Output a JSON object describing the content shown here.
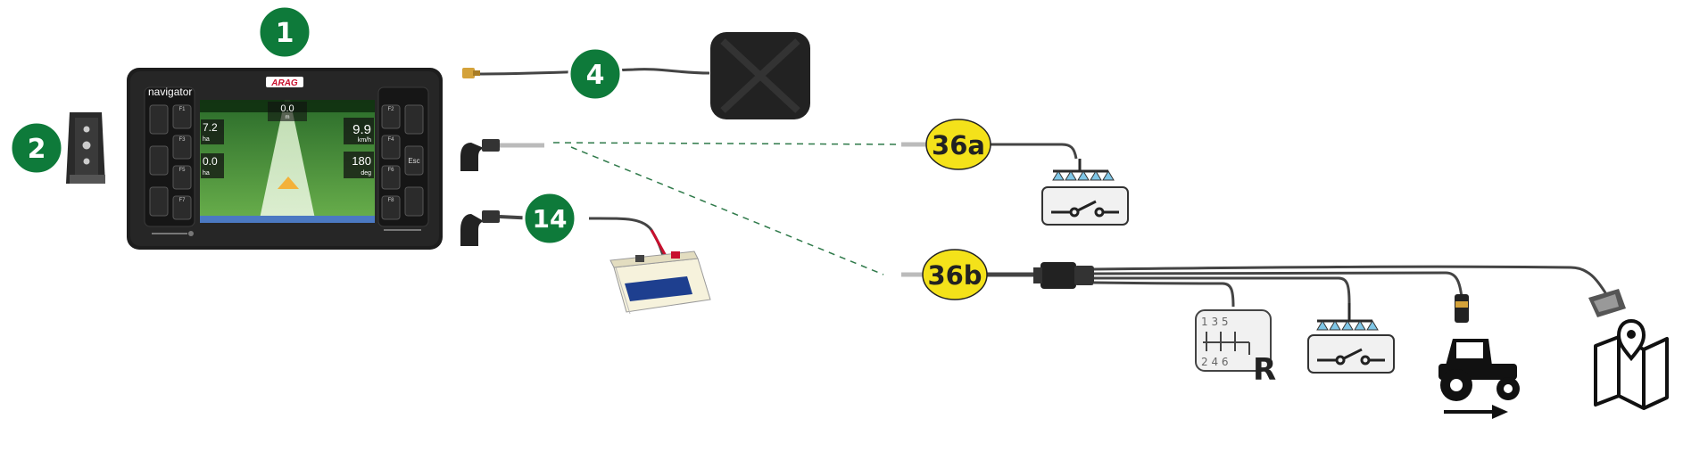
{
  "device": {
    "brand_logo": "ARAG",
    "model_label": "navigator",
    "screen": {
      "top_value": "0.0",
      "top_unit": "m",
      "left_value1": "7.2",
      "left_unit1": "ha",
      "left_value2": "0.0",
      "left_unit2": "ha",
      "right_value1": "9.9",
      "right_unit1": "km/h",
      "right_value2": "180",
      "right_unit2": "deg"
    },
    "left_keys": [
      "F1",
      "F3",
      "F5",
      "F7"
    ],
    "right_keys": [
      "F2",
      "F4",
      "F6",
      "F8"
    ],
    "esc_label": "Esc"
  },
  "callouts": {
    "c1": "1",
    "c2": "2",
    "c4": "4",
    "c14": "14",
    "c36a": "36a",
    "c36b": "36b"
  },
  "gearbox": {
    "top": "1 3 5",
    "bottom": "2 4 6",
    "reverse": "R"
  },
  "colors": {
    "callout_green": "#0e7a3a",
    "callout_yellow": "#f4e21a",
    "device_body": "#1d1d1d",
    "screen_green": "#3d8f3a",
    "cable": "#444444",
    "dashed_line": "#2f7a4a"
  },
  "icons": [
    "gps-antenna-icon",
    "battery-icon",
    "sprayer-boom-icon",
    "switch-icon",
    "gearbox-icon",
    "tractor-icon",
    "map-pin-icon"
  ]
}
